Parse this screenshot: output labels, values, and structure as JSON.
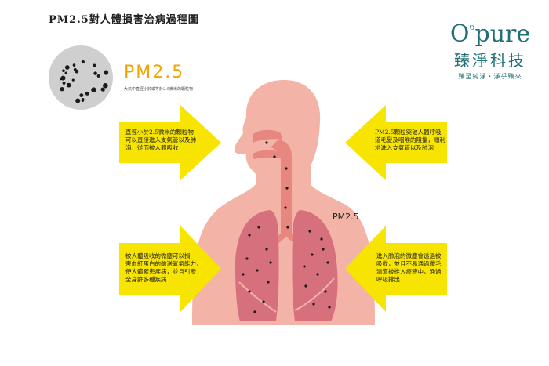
{
  "title": "PM2.5對人體損害治病過程圖",
  "logo": {
    "wordmark_main": "O",
    "wordmark_sup": "6",
    "wordmark_tail": "pure",
    "chinese": "臻淨科技",
    "slogan": "臻至純淨・淨乎臻來"
  },
  "intro": {
    "heading": "PM2.5",
    "subtitle": "大氣中直徑小於或等於2.5微米的顆粒物"
  },
  "arrows": {
    "top_left": [
      "直徑小於2.5微米的顆粒物",
      "可以直接進入支氣管以及肺",
      "泡，從而被人體吸收"
    ],
    "top_right": [
      "PM2.5顆粒突破人體呼吸",
      "道毛髮及咽喉的阻擋，順利",
      "地進入支氣管以及肺泡"
    ],
    "bottom_left": [
      "被人體吸收的微塵可以損",
      "害血紅蛋白的輸送氧氣能力，",
      "使人體罹患疾病，並且引發",
      "全身許多種疾病"
    ],
    "bottom_right": [
      "進入肺泡的微塵會透過被",
      "吸收，並且不易通過纖毛",
      "清道被推入痰液中，通過",
      "呼吸排出"
    ]
  },
  "pm_label": "PM2.5",
  "colors": {
    "arrow_yellow": "#f7e400",
    "skin": "#f3b3a6",
    "lung": "#d6707c",
    "brand_teal": "#1f6f75",
    "pm_orange": "#f2a400"
  }
}
